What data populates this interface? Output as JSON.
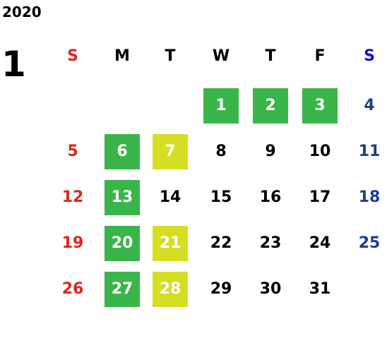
{
  "year": "2020",
  "month": "1",
  "colors": {
    "sunday": "#e3241b",
    "saturday": "#1c3f94",
    "weekday": "#000000",
    "green": "#3ab54a",
    "yellow": "#d6de23"
  },
  "weekdays": [
    {
      "label": "S",
      "color": "#e3241b"
    },
    {
      "label": "M",
      "color": "#000000"
    },
    {
      "label": "T",
      "color": "#000000"
    },
    {
      "label": "W",
      "color": "#000000"
    },
    {
      "label": "T",
      "color": "#000000"
    },
    {
      "label": "F",
      "color": "#000000"
    },
    {
      "label": "S",
      "color": "#1515c9"
    }
  ],
  "first_weekday_index": 3,
  "days": [
    {
      "label": "1",
      "hl": "green"
    },
    {
      "label": "2",
      "hl": "green"
    },
    {
      "label": "3",
      "hl": "green"
    },
    {
      "label": "4",
      "hl": ""
    },
    {
      "label": "5",
      "hl": ""
    },
    {
      "label": "6",
      "hl": "green"
    },
    {
      "label": "7",
      "hl": "yellow"
    },
    {
      "label": "8",
      "hl": ""
    },
    {
      "label": "9",
      "hl": ""
    },
    {
      "label": "10",
      "hl": ""
    },
    {
      "label": "11",
      "hl": ""
    },
    {
      "label": "12",
      "hl": ""
    },
    {
      "label": "13",
      "hl": "green"
    },
    {
      "label": "14",
      "hl": ""
    },
    {
      "label": "15",
      "hl": ""
    },
    {
      "label": "16",
      "hl": ""
    },
    {
      "label": "17",
      "hl": ""
    },
    {
      "label": "18",
      "hl": ""
    },
    {
      "label": "19",
      "hl": ""
    },
    {
      "label": "20",
      "hl": "green"
    },
    {
      "label": "21",
      "hl": "yellow"
    },
    {
      "label": "22",
      "hl": ""
    },
    {
      "label": "23",
      "hl": ""
    },
    {
      "label": "24",
      "hl": ""
    },
    {
      "label": "25",
      "hl": ""
    },
    {
      "label": "26",
      "hl": ""
    },
    {
      "label": "27",
      "hl": "green"
    },
    {
      "label": "28",
      "hl": "yellow"
    },
    {
      "label": "29",
      "hl": ""
    },
    {
      "label": "30",
      "hl": ""
    },
    {
      "label": "31",
      "hl": ""
    }
  ]
}
